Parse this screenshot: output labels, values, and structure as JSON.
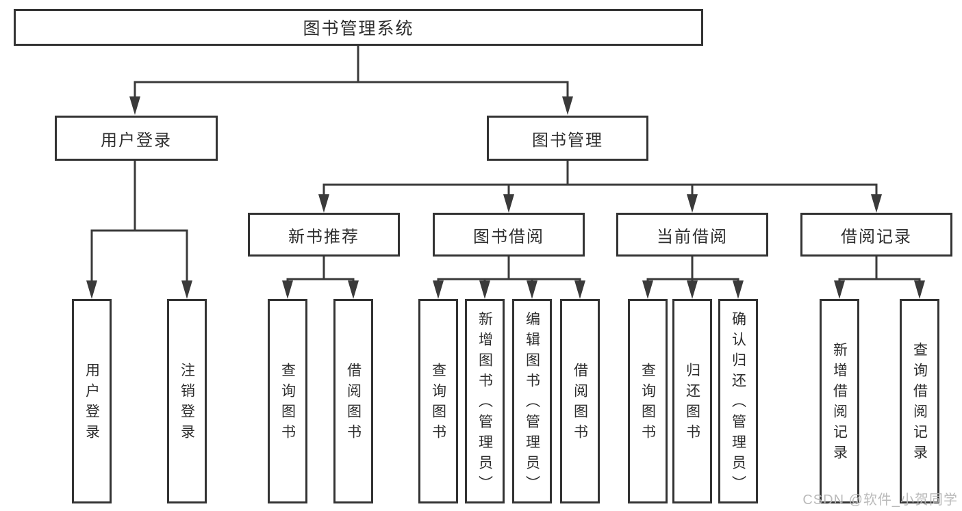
{
  "diagram": {
    "type": "hierarchy-tree",
    "root": {
      "label": "图书管理系统"
    },
    "branches": [
      {
        "label": "用户登录",
        "children": [
          {
            "label": "用户登录"
          },
          {
            "label": "注销登录"
          }
        ]
      },
      {
        "label": "图书管理",
        "children": [
          {
            "label": "新书推荐",
            "children": [
              {
                "label": "查询图书"
              },
              {
                "label": "借阅图书"
              }
            ]
          },
          {
            "label": "图书借阅",
            "children": [
              {
                "label": "查询图书"
              },
              {
                "label": "新增图书（管理员）"
              },
              {
                "label": "编辑图书（管理员）"
              },
              {
                "label": "借阅图书"
              }
            ]
          },
          {
            "label": "当前借阅",
            "children": [
              {
                "label": "查询图书"
              },
              {
                "label": "归还图书"
              },
              {
                "label": "确认归还（管理员）"
              }
            ]
          },
          {
            "label": "借阅记录",
            "children": [
              {
                "label": "新增借阅记录"
              },
              {
                "label": "查询借阅记录"
              }
            ]
          }
        ]
      }
    ]
  },
  "watermark": {
    "text": "CSDN @软件_小贺同学",
    "color": "#b6b6b6"
  },
  "colors": {
    "background": "#ffffff",
    "box_border": "#333333",
    "connector_line": "#3a3a3a",
    "text": "#2d2d2d"
  }
}
